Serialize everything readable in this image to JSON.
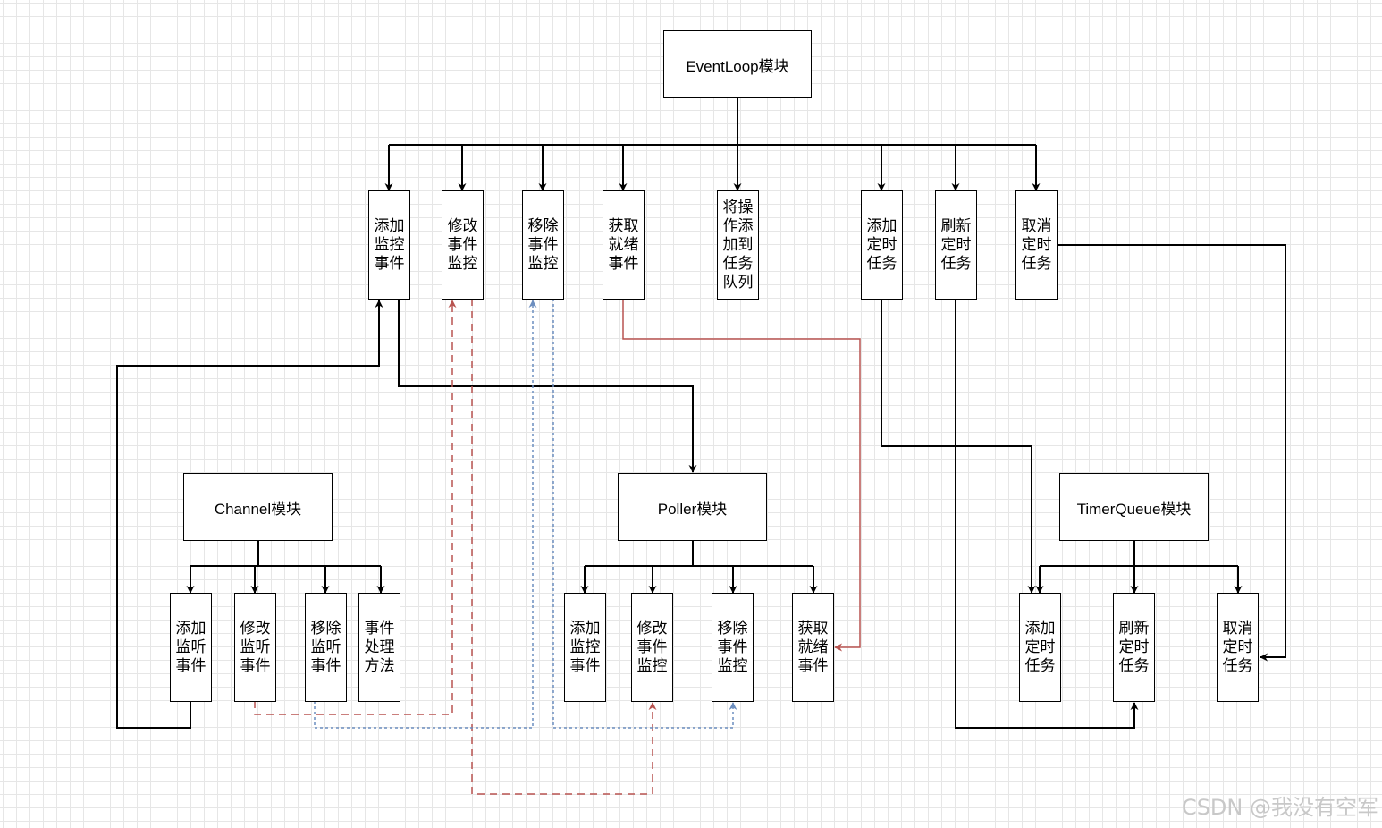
{
  "modules": {
    "eventloop": "EventLoop模块",
    "channel": "Channel模块",
    "poller": "Poller模块",
    "timerqueue": "TimerQueue模块"
  },
  "eventloop_ops": {
    "add_watch": "添加监控事件",
    "mod_watch": "修改事件监控",
    "del_watch": "移除事件监控",
    "get_ready": "获取就绪事件",
    "queue_task": "将操作添加到任务队列",
    "add_timer": "添加定时任务",
    "refresh_timer": "刷新定时任务",
    "cancel_timer": "取消定时任务"
  },
  "channel_ops": {
    "add_listen": "添加监听事件",
    "mod_listen": "修改监听事件",
    "del_listen": "移除监听事件",
    "handle": "事件处理方法"
  },
  "poller_ops": {
    "add_watch": "添加监控事件",
    "mod_watch": "修改事件监控",
    "del_watch": "移除事件监控",
    "get_ready": "获取就绪事件"
  },
  "timer_ops": {
    "add_timer": "添加定时任务",
    "refresh_timer": "刷新定时任务",
    "cancel_timer": "取消定时任务"
  },
  "colors": {
    "line": "#000000",
    "red": "#b85450",
    "blue": "#6c8ebf",
    "grid": "#e6e6e6"
  },
  "watermark": "CSDN @我没有空军"
}
